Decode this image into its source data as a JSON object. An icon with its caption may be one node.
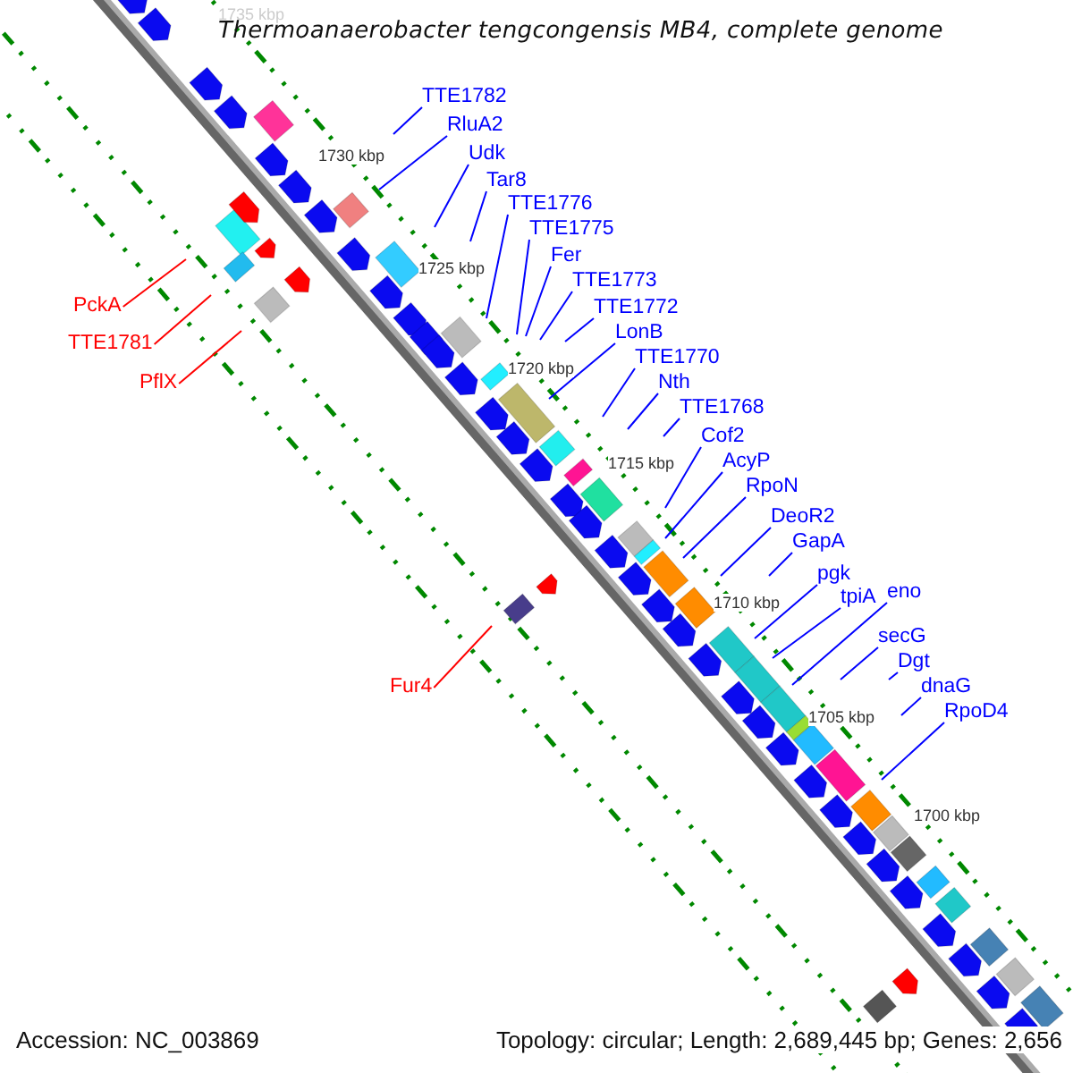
{
  "diagram": {
    "title": "Thermoanaerobacter tengcongensis MB4, complete genome",
    "nodes": [
      {
        "text": [
          "TTE1782"
        ]
      },
      {
        "text": [
          "RluA2"
        ]
      },
      {
        "text": [
          "Udk"
        ]
      },
      {
        "text": [
          "Tar8"
        ]
      },
      {
        "text": [
          "TTE1776"
        ]
      },
      {
        "text": [
          "TTE1775"
        ]
      },
      {
        "text": [
          "Fer"
        ]
      },
      {
        "text": [
          "TTE1773"
        ]
      },
      {
        "text": [
          "TTE1772"
        ]
      },
      {
        "text": [
          "LonB"
        ]
      },
      {
        "text": [
          "TTE1770"
        ]
      },
      {
        "text": [
          "Nth"
        ]
      },
      {
        "text": [
          "TTE1768"
        ]
      },
      {
        "text": [
          "Cof2"
        ]
      },
      {
        "text": [
          "AcyP"
        ]
      },
      {
        "text": [
          "RpoN"
        ]
      },
      {
        "text": [
          "DeoR2"
        ]
      },
      {
        "text": [
          "GapA"
        ]
      },
      {
        "text": [
          "pgk"
        ]
      },
      {
        "text": [
          "tpiA"
        ]
      },
      {
        "text": [
          "eno"
        ]
      },
      {
        "text": [
          "secG"
        ]
      },
      {
        "text": [
          "Dgt"
        ]
      },
      {
        "text": [
          "dnaG"
        ]
      },
      {
        "text": [
          "RpoD4"
        ]
      },
      {
        "text": [
          "PckA"
        ]
      },
      {
        "text": [
          "TTE1781"
        ]
      },
      {
        "text": [
          "PflX"
        ]
      },
      {
        "text": [
          "Fur4"
        ]
      }
    ],
    "edges": [
      {
        "from": 0,
        "to": null,
        "arrow": "none"
      },
      {
        "from": 1,
        "to": null,
        "arrow": "none"
      },
      {
        "from": 2,
        "to": null,
        "arrow": "none"
      },
      {
        "from": 3,
        "to": null,
        "arrow": "none"
      },
      {
        "from": 4,
        "to": null,
        "arrow": "none"
      },
      {
        "from": 5,
        "to": null,
        "arrow": "none"
      },
      {
        "from": 6,
        "to": null,
        "arrow": "none"
      },
      {
        "from": 7,
        "to": null,
        "arrow": "none"
      },
      {
        "from": 8,
        "to": null,
        "arrow": "none"
      },
      {
        "from": 9,
        "to": null,
        "arrow": "none"
      },
      {
        "from": 10,
        "to": null,
        "arrow": "none"
      },
      {
        "from": 11,
        "to": null,
        "arrow": "none"
      },
      {
        "from": 12,
        "to": null,
        "arrow": "none"
      },
      {
        "from": 13,
        "to": null,
        "arrow": "none"
      },
      {
        "from": 14,
        "to": null,
        "arrow": "none"
      },
      {
        "from": 15,
        "to": null,
        "arrow": "none"
      },
      {
        "from": 16,
        "to": null,
        "arrow": "none"
      },
      {
        "from": 17,
        "to": null,
        "arrow": "none"
      },
      {
        "from": 18,
        "to": null,
        "arrow": "none"
      },
      {
        "from": 19,
        "to": null,
        "arrow": "none"
      },
      {
        "from": 20,
        "to": null,
        "arrow": "none"
      },
      {
        "from": 21,
        "to": null,
        "arrow": "none"
      },
      {
        "from": 22,
        "to": null,
        "arrow": "none"
      },
      {
        "from": 23,
        "to": null,
        "arrow": "none"
      },
      {
        "from": 24,
        "to": null,
        "arrow": "none"
      },
      {
        "from": 25,
        "to": null,
        "arrow": "none",
        "color": "#ff0000"
      },
      {
        "from": 26,
        "to": null,
        "arrow": "none",
        "color": "#ff0000"
      },
      {
        "from": 27,
        "to": null,
        "arrow": "none",
        "color": "#ff0000"
      },
      {
        "from": 28,
        "to": null,
        "arrow": "none",
        "color": "#ff0000"
      }
    ],
    "labels": [
      "1735 kbp",
      "1730 kbp",
      "1725 kbp",
      "1720 kbp",
      "1715 kbp",
      "1710 kbp",
      "1705 kbp",
      "1700 kbp",
      "Accession: NC_003869",
      "Topology: circular; Length: 2,689,445 bp; Genes: 2,656"
    ]
  }
}
